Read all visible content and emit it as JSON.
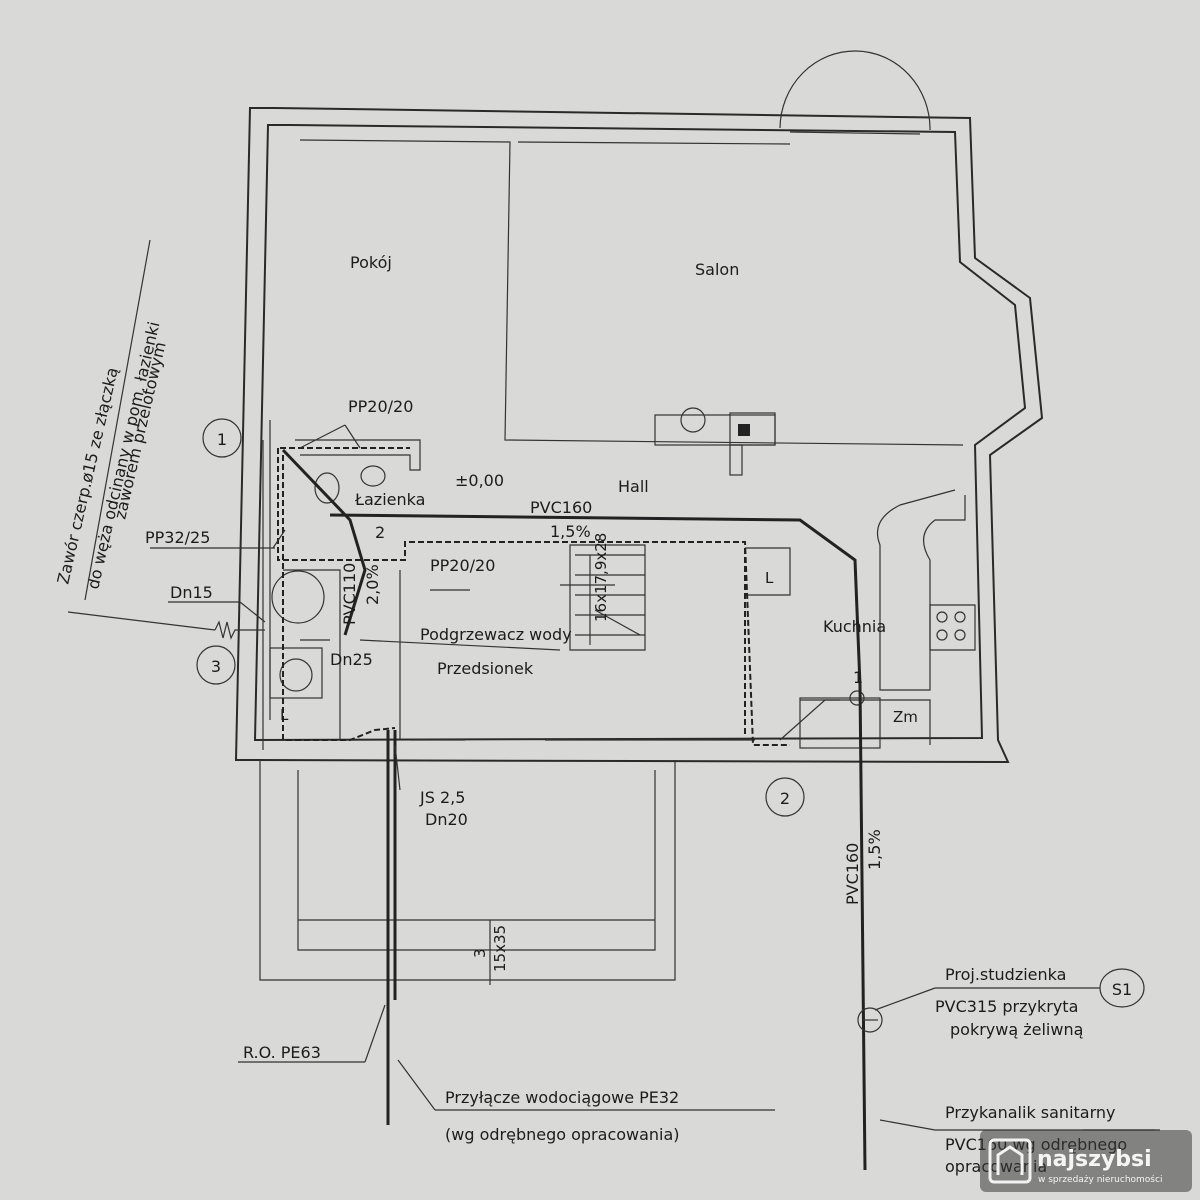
{
  "rooms": {
    "pokoj": "Pokój",
    "salon": "Salon",
    "hall": "Hall",
    "lazienka": "Łazienka",
    "kuchnia": "Kuchnia",
    "przedsionek": "Przedsionek",
    "zm": "Zm",
    "l1": "L",
    "l2": "L"
  },
  "labels": {
    "pp20_top": "PP20/20",
    "pp20_mid": "PP20/20",
    "pp32": "PP32/25",
    "dn15": "Dn15",
    "dn25": "Dn25",
    "pvc110": "PVC110",
    "slope_20": "2,0%",
    "pvc160_h": "PVC160",
    "slope_15_h": "1,5%",
    "pvc160_v": "PVC160",
    "slope_15_v": "1,5%",
    "level": "±0,00",
    "podgrzewacz": "Podgrzewacz wody",
    "stairs": "16x17,9x28",
    "js": "JS 2,5",
    "dn20": "Dn20",
    "step_num": "3",
    "step_dim": "15x35",
    "ro": "R.O. PE63",
    "przylacze_1": "Przyłącze wodociągowe PE32",
    "przylacze_2": "(wg odrębnego opracowania)",
    "studzienka_1": "Proj.studzienka",
    "studzienka_2": "PVC315 przykryta",
    "studzienka_3": "pokrywą żeliwną",
    "przykanalik_1": "Przykanalik sanitarny",
    "przykanalik_2": "PVC160 wg odrębnego",
    "przykanalik_3": "opracowania",
    "valve_1": "Zawór czerp.ø15 ze złączką",
    "valve_2": "do węża odcinany w pom. łazienki",
    "valve_3": "zaworem przelotowym",
    "num_1a": "1",
    "num_1b": "1",
    "num_2a": "2",
    "num_2b": "2",
    "num_3": "3",
    "s1": "S1"
  },
  "watermark": {
    "brand": "najszybsi",
    "tagline": "w sprzedaży nieruchomości"
  },
  "colors": {
    "paper": "#d9d9d7",
    "ink": "#1c1c1c"
  }
}
